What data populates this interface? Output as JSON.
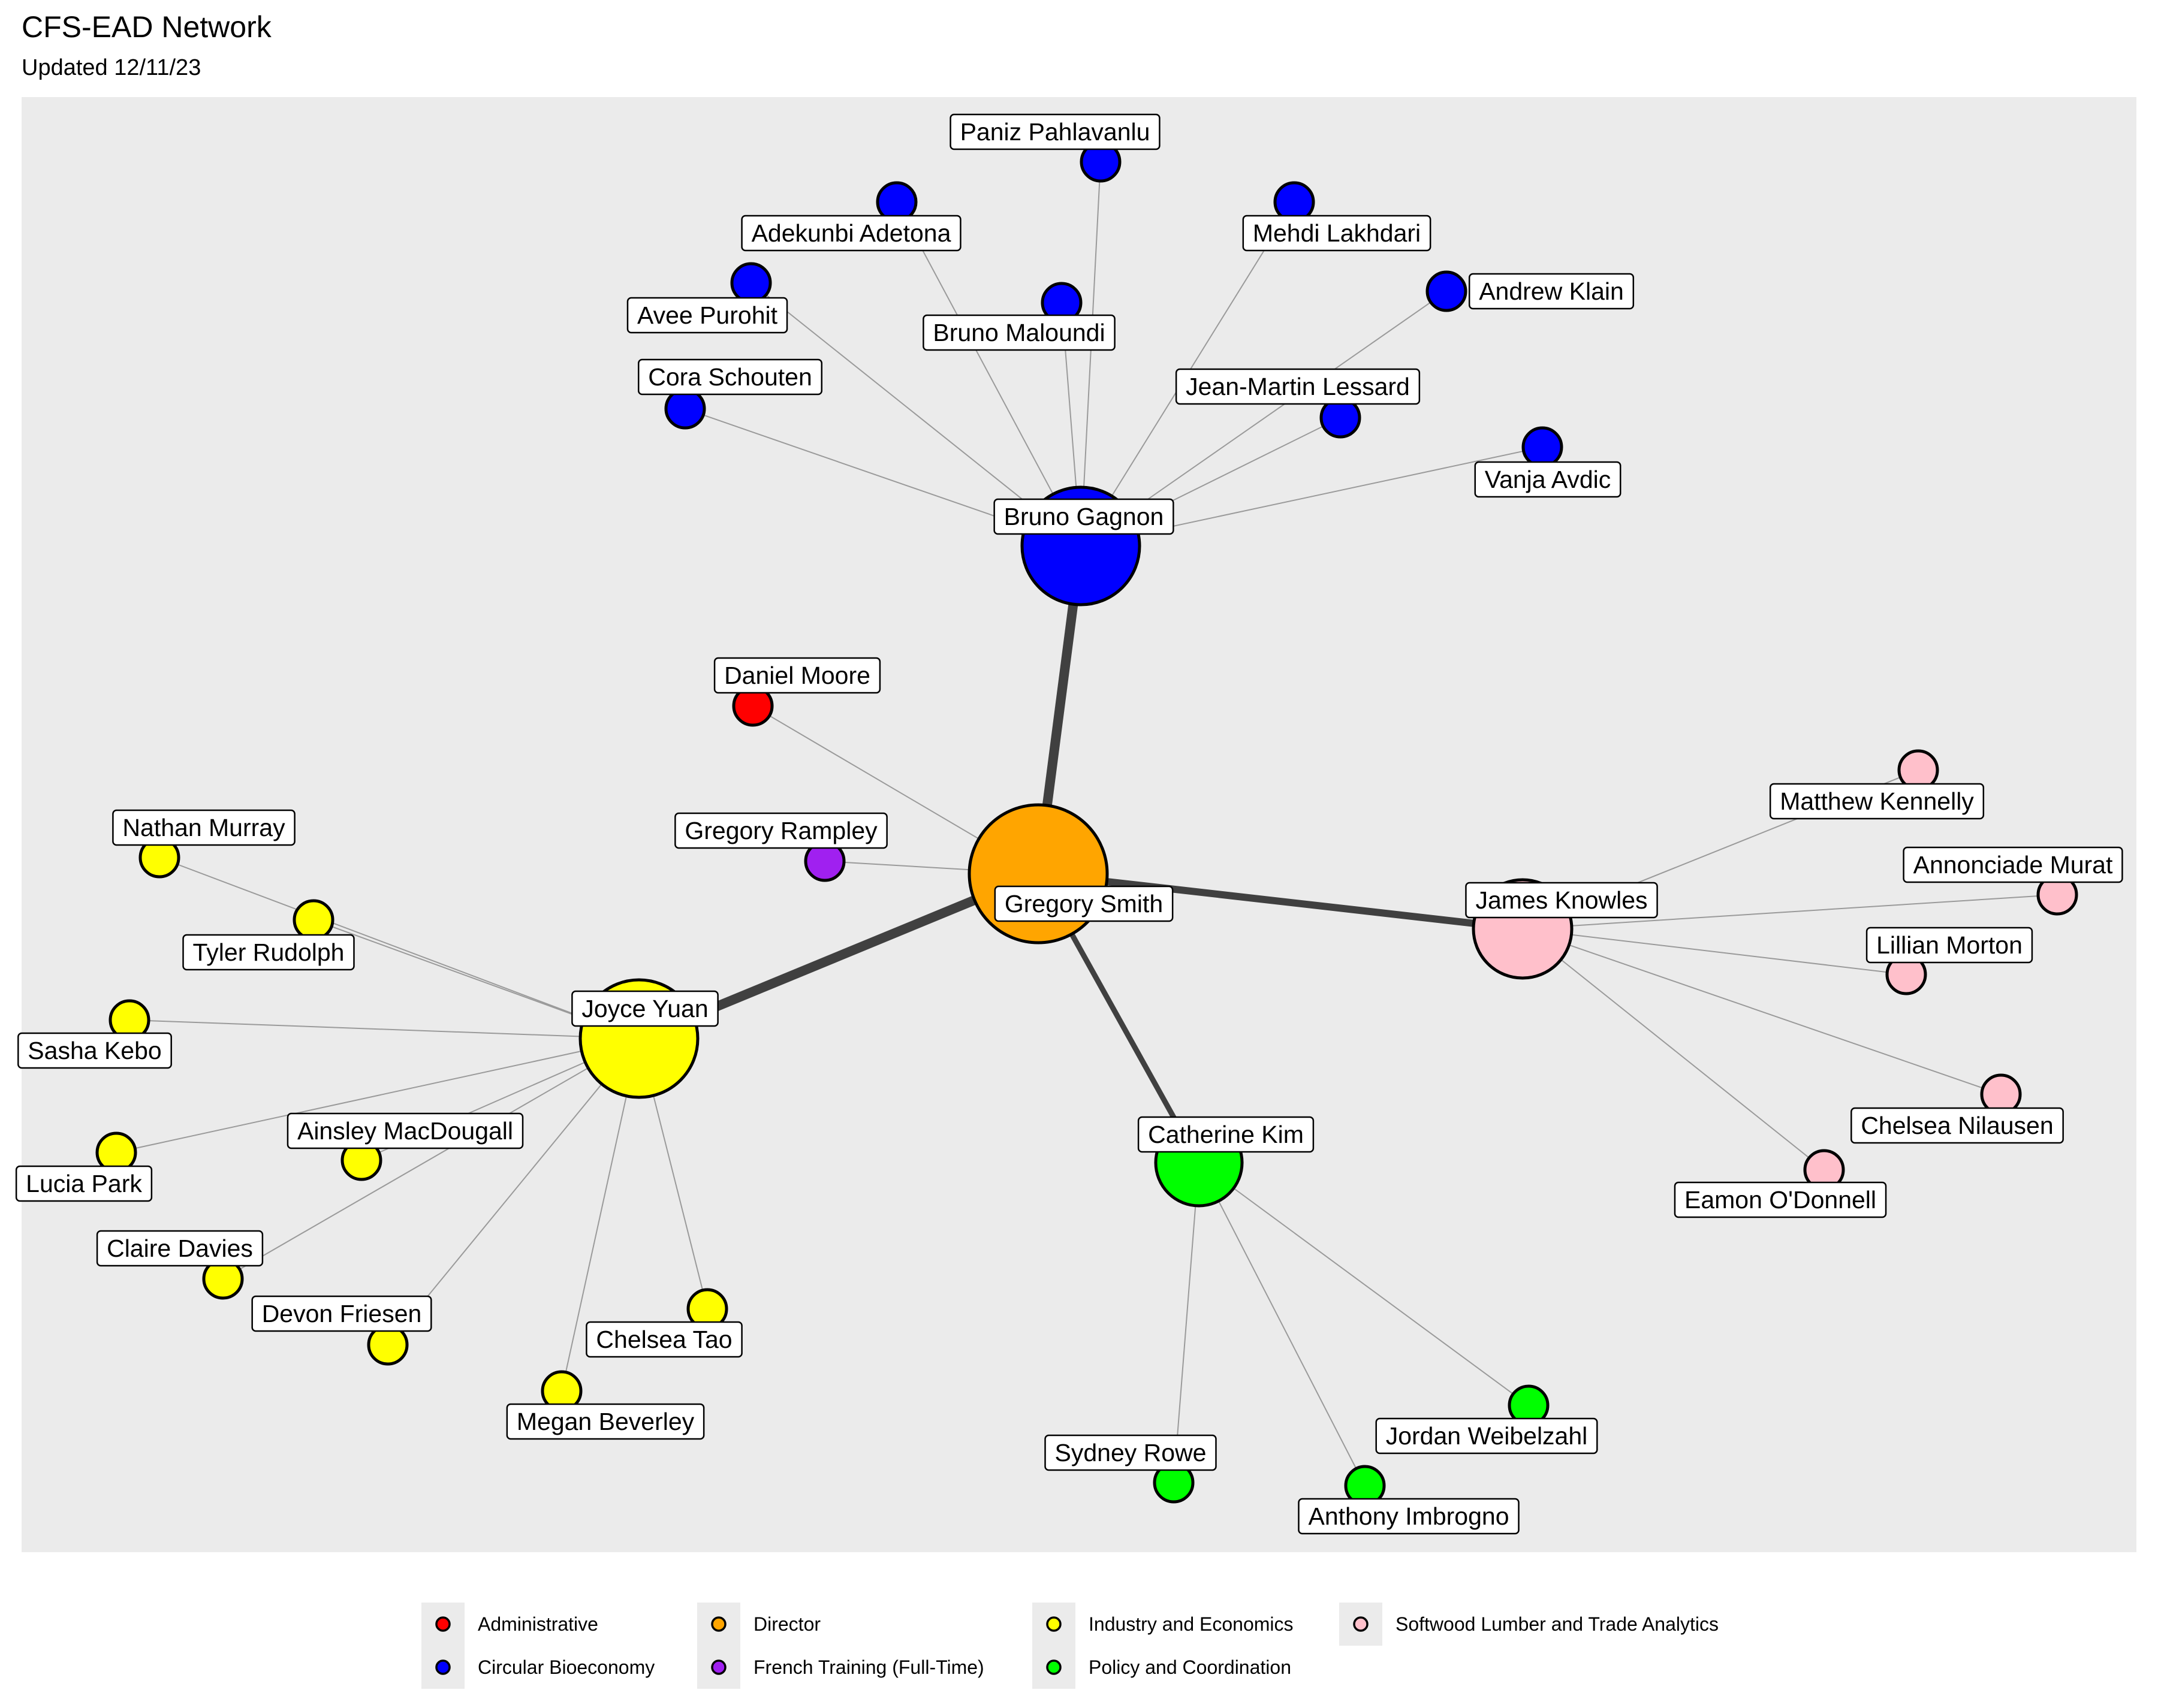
{
  "title": "CFS-EAD Network",
  "subtitle": "Updated 12/11/23",
  "groups": [
    {
      "id": "admin",
      "label": "Administrative",
      "color": "#ff0000"
    },
    {
      "id": "bio",
      "label": "Circular Bioeconomy",
      "color": "#0000ff"
    },
    {
      "id": "dir",
      "label": "Director",
      "color": "#ffa500"
    },
    {
      "id": "french",
      "label": "French Training (Full-Time)",
      "color": "#a020f0"
    },
    {
      "id": "ind",
      "label": "Industry and Economics",
      "color": "#ffff00"
    },
    {
      "id": "pol",
      "label": "Policy and Coordination",
      "color": "#00ff00"
    },
    {
      "id": "soft",
      "label": "Softwood Lumber and Trade Analytics",
      "color": "#ffc0cb"
    }
  ],
  "nodes": [
    {
      "id": "gsmith",
      "label": "Gregory Smith",
      "group": "dir"
    },
    {
      "id": "bgagnon",
      "label": "Bruno Gagnon",
      "group": "bio"
    },
    {
      "id": "jyuan",
      "label": "Joyce Yuan",
      "group": "ind"
    },
    {
      "id": "jknowles",
      "label": "James Knowles",
      "group": "soft"
    },
    {
      "id": "ckim",
      "label": "Catherine Kim",
      "group": "pol"
    },
    {
      "id": "dmoore",
      "label": "Daniel Moore",
      "group": "admin"
    },
    {
      "id": "grampley",
      "label": "Gregory Rampley",
      "group": "french"
    },
    {
      "id": "ppahlavanlu",
      "label": "Paniz Pahlavanlu",
      "group": "bio"
    },
    {
      "id": "aadetona",
      "label": "Adekunbi Adetona",
      "group": "bio"
    },
    {
      "id": "mlakhdari",
      "label": "Mehdi Lakhdari",
      "group": "bio"
    },
    {
      "id": "aklain",
      "label": "Andrew Klain",
      "group": "bio"
    },
    {
      "id": "apurohit",
      "label": "Avee Purohit",
      "group": "bio"
    },
    {
      "id": "bmaloundi",
      "label": "Bruno Maloundi",
      "group": "bio"
    },
    {
      "id": "cschouten",
      "label": "Cora Schouten",
      "group": "bio"
    },
    {
      "id": "jmlessard",
      "label": "Jean-Martin Lessard",
      "group": "bio"
    },
    {
      "id": "vavdic",
      "label": "Vanja Avdic",
      "group": "bio"
    },
    {
      "id": "mkennelly",
      "label": "Matthew Kennelly",
      "group": "soft"
    },
    {
      "id": "amurat",
      "label": "Annonciade Murat",
      "group": "soft"
    },
    {
      "id": "lmorton",
      "label": "Lillian Morton",
      "group": "soft"
    },
    {
      "id": "cnilausen",
      "label": "Chelsea Nilausen",
      "group": "soft"
    },
    {
      "id": "eodonnell",
      "label": "Eamon O'Donnell",
      "group": "soft"
    },
    {
      "id": "nmurray",
      "label": "Nathan Murray",
      "group": "ind"
    },
    {
      "id": "trudolph",
      "label": "Tyler Rudolph",
      "group": "ind"
    },
    {
      "id": "skebo",
      "label": "Sasha Kebo",
      "group": "ind"
    },
    {
      "id": "amacdougall",
      "label": "Ainsley MacDougall",
      "group": "ind"
    },
    {
      "id": "lpark",
      "label": "Lucia Park",
      "group": "ind"
    },
    {
      "id": "cdavies",
      "label": "Claire Davies",
      "group": "ind"
    },
    {
      "id": "dfriesen",
      "label": "Devon Friesen",
      "group": "ind"
    },
    {
      "id": "ctao",
      "label": "Chelsea Tao",
      "group": "ind"
    },
    {
      "id": "mbeverley",
      "label": "Megan Beverley",
      "group": "ind"
    },
    {
      "id": "srowe",
      "label": "Sydney Rowe",
      "group": "pol"
    },
    {
      "id": "jweibelzahl",
      "label": "Jordan Weibelzahl",
      "group": "pol"
    },
    {
      "id": "aimbrogno",
      "label": "Anthony Imbrogno",
      "group": "pol"
    }
  ],
  "edges": [
    {
      "from": "gsmith",
      "to": "bgagnon",
      "weight": "strong"
    },
    {
      "from": "gsmith",
      "to": "jyuan",
      "weight": "strong"
    },
    {
      "from": "gsmith",
      "to": "jknowles",
      "weight": "strong"
    },
    {
      "from": "gsmith",
      "to": "ckim",
      "weight": "strong"
    },
    {
      "from": "gsmith",
      "to": "dmoore",
      "weight": "thin"
    },
    {
      "from": "gsmith",
      "to": "grampley",
      "weight": "thin"
    },
    {
      "from": "bgagnon",
      "to": "ppahlavanlu",
      "weight": "thin"
    },
    {
      "from": "bgagnon",
      "to": "aadetona",
      "weight": "thin"
    },
    {
      "from": "bgagnon",
      "to": "mlakhdari",
      "weight": "thin"
    },
    {
      "from": "bgagnon",
      "to": "aklain",
      "weight": "thin"
    },
    {
      "from": "bgagnon",
      "to": "apurohit",
      "weight": "thin"
    },
    {
      "from": "bgagnon",
      "to": "bmaloundi",
      "weight": "thin"
    },
    {
      "from": "bgagnon",
      "to": "cschouten",
      "weight": "thin"
    },
    {
      "from": "bgagnon",
      "to": "jmlessard",
      "weight": "thin"
    },
    {
      "from": "bgagnon",
      "to": "vavdic",
      "weight": "thin"
    },
    {
      "from": "jknowles",
      "to": "mkennelly",
      "weight": "thin"
    },
    {
      "from": "jknowles",
      "to": "amurat",
      "weight": "thin"
    },
    {
      "from": "jknowles",
      "to": "lmorton",
      "weight": "thin"
    },
    {
      "from": "jknowles",
      "to": "cnilausen",
      "weight": "thin"
    },
    {
      "from": "jknowles",
      "to": "eodonnell",
      "weight": "thin"
    },
    {
      "from": "jyuan",
      "to": "nmurray",
      "weight": "thin"
    },
    {
      "from": "jyuan",
      "to": "trudolph",
      "weight": "thin"
    },
    {
      "from": "jyuan",
      "to": "skebo",
      "weight": "thin"
    },
    {
      "from": "jyuan",
      "to": "amacdougall",
      "weight": "thin"
    },
    {
      "from": "jyuan",
      "to": "lpark",
      "weight": "thin"
    },
    {
      "from": "jyuan",
      "to": "cdavies",
      "weight": "thin"
    },
    {
      "from": "jyuan",
      "to": "dfriesen",
      "weight": "thin"
    },
    {
      "from": "jyuan",
      "to": "ctao",
      "weight": "thin"
    },
    {
      "from": "jyuan",
      "to": "mbeverley",
      "weight": "thin"
    },
    {
      "from": "ckim",
      "to": "srowe",
      "weight": "thin"
    },
    {
      "from": "ckim",
      "to": "jweibelzahl",
      "weight": "thin"
    },
    {
      "from": "ckim",
      "to": "aimbrogno",
      "weight": "thin"
    }
  ]
}
